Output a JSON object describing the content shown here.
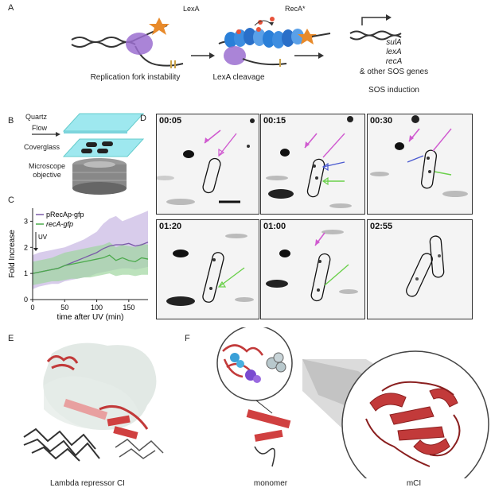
{
  "panels": {
    "A": {
      "label": "A",
      "lexa": "LexA",
      "reca": "RecA*",
      "captions": [
        "Replication fork instability",
        "LexA cleavage",
        "SOS induction"
      ],
      "genes": [
        "sulA",
        "lexA",
        "recA",
        "& other SOS genes"
      ]
    },
    "B": {
      "label": "B",
      "quartz": "Quartz",
      "flow": "Flow",
      "coverglass": "Coverglass",
      "objective": "Microscope objective"
    },
    "C": {
      "label": "C",
      "uv": "UV",
      "chart_data": {
        "type": "line",
        "title": "",
        "xlabel": "time after UV (min)",
        "ylabel": "Fold Increase",
        "xlim": [
          0,
          180
        ],
        "ylim": [
          0,
          3.5
        ],
        "xticks": [
          0,
          50,
          100,
          150
        ],
        "yticks": [
          0,
          1,
          2,
          3
        ],
        "series": [
          {
            "name": "pRecAp-gfp",
            "color": "#7a5aa8",
            "band_color": "#c8b6e2",
            "x": [
              0,
              10,
              20,
              30,
              40,
              50,
              60,
              70,
              80,
              90,
              100,
              110,
              120,
              130,
              140,
              150,
              160,
              170,
              180
            ],
            "y": [
              1.0,
              1.05,
              1.1,
              1.15,
              1.2,
              1.3,
              1.4,
              1.5,
              1.6,
              1.7,
              1.8,
              1.95,
              2.05,
              2.1,
              2.1,
              2.15,
              2.05,
              2.1,
              2.2
            ],
            "lo": [
              0.4,
              0.5,
              0.55,
              0.6,
              0.6,
              0.7,
              0.75,
              0.8,
              0.85,
              0.9,
              1.0,
              1.05,
              1.1,
              1.15,
              1.2,
              1.2,
              1.15,
              1.2,
              1.25
            ],
            "hi": [
              1.7,
              1.8,
              1.85,
              1.9,
              1.95,
              2.0,
              2.1,
              2.2,
              2.3,
              2.45,
              2.6,
              2.9,
              3.1,
              3.2,
              3.0,
              3.1,
              3.2,
              3.3,
              3.4
            ]
          },
          {
            "name": "recA-gfp",
            "color": "#4caa4c",
            "band_color": "#9fd59f",
            "x": [
              0,
              10,
              20,
              30,
              40,
              50,
              60,
              70,
              80,
              90,
              100,
              110,
              120,
              130,
              140,
              150,
              160,
              170,
              180
            ],
            "y": [
              1.0,
              1.05,
              1.1,
              1.15,
              1.2,
              1.3,
              1.35,
              1.4,
              1.45,
              1.5,
              1.55,
              1.6,
              1.7,
              1.5,
              1.6,
              1.5,
              1.45,
              1.6,
              1.55
            ],
            "lo": [
              0.55,
              0.6,
              0.65,
              0.7,
              0.7,
              0.75,
              0.8,
              0.8,
              0.85,
              0.85,
              0.9,
              0.95,
              1.0,
              0.9,
              0.95,
              0.95,
              0.9,
              0.95,
              0.95
            ],
            "hi": [
              1.45,
              1.5,
              1.55,
              1.6,
              1.7,
              1.8,
              1.85,
              1.9,
              1.95,
              2.0,
              2.05,
              2.1,
              2.2,
              2.0,
              2.1,
              2.05,
              2.0,
              2.15,
              2.1
            ]
          }
        ]
      }
    },
    "D": {
      "label": "D",
      "timestamps": [
        "00:05",
        "00:15",
        "00:30",
        "01:20",
        "01:00",
        "02:55"
      ]
    },
    "E": {
      "label": "E",
      "caption": "Lambda repressor CI"
    },
    "F": {
      "label": "F",
      "captions": [
        "monomer",
        "mCI"
      ]
    }
  }
}
